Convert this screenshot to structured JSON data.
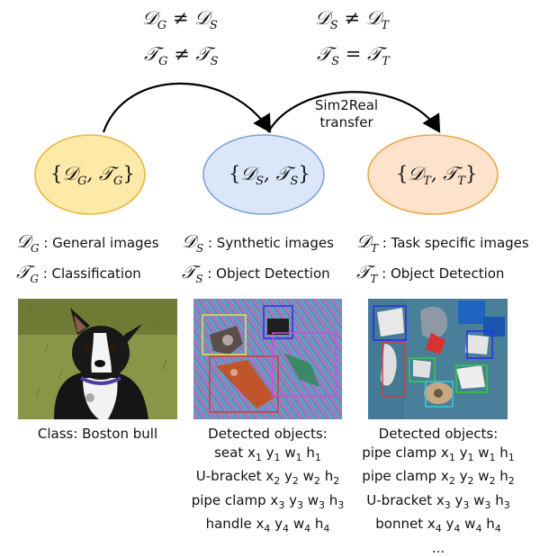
{
  "top_equations": {
    "left": [
      {
        "lhs": "D",
        "lhs_sub": "G",
        "op": "≠",
        "rhs": "D",
        "rhs_sub": "S"
      },
      {
        "lhs": "T",
        "lhs_sub": "G",
        "op": "≠",
        "rhs": "T",
        "rhs_sub": "S"
      }
    ],
    "right": [
      {
        "lhs": "D",
        "lhs_sub": "S",
        "op": "≠",
        "rhs": "D",
        "rhs_sub": "T"
      },
      {
        "lhs": "T",
        "lhs_sub": "S",
        "op": "=",
        "rhs": "T",
        "rhs_sub": "T"
      }
    ]
  },
  "arrow_label": [
    "Sim2Real",
    "transfer"
  ],
  "nodes": [
    {
      "id": "general",
      "text": "{D_G, T_G}",
      "sub1": "G",
      "sub2": "G",
      "fill": "#fde9a8",
      "stroke": "#e8b840"
    },
    {
      "id": "synthetic",
      "text": "{D_S, T_S}",
      "sub1": "S",
      "sub2": "S",
      "fill": "#dbe7f8",
      "stroke": "#7fa3d6"
    },
    {
      "id": "target",
      "text": "{D_T, T_T}",
      "sub1": "T",
      "sub2": "T",
      "fill": "#fde3cc",
      "stroke": "#e8a84a"
    }
  ],
  "legends": [
    {
      "sym": "D",
      "sub": "G",
      "text": ": General images"
    },
    {
      "sym": "T",
      "sub": "G",
      "text": ": Classification"
    },
    {
      "sym": "D",
      "sub": "S",
      "text": ": Synthetic images"
    },
    {
      "sym": "T",
      "sub": "S",
      "text": ": Object Detection"
    },
    {
      "sym": "D",
      "sub": "T",
      "text": ": Task specific images"
    },
    {
      "sym": "T",
      "sub": "T",
      "text": ": Object Detection"
    }
  ],
  "captions": {
    "left": "Class: Boston bull",
    "middle_title": "Detected objects:",
    "middle_lines": [
      {
        "label": "seat",
        "idx": "1"
      },
      {
        "label": "U-bracket",
        "idx": "2"
      },
      {
        "label": "pipe clamp",
        "idx": "3"
      },
      {
        "label": "handle",
        "idx": "4"
      }
    ],
    "right_title": "Detected objects:",
    "right_lines": [
      {
        "label": "pipe clamp",
        "idx": "1"
      },
      {
        "label": "pipe clamp",
        "idx": "2"
      },
      {
        "label": "U-bracket",
        "idx": "3"
      },
      {
        "label": "bonnet",
        "idx": "4"
      }
    ],
    "right_ellipsis": "..."
  },
  "coord_vars": [
    "x",
    "y",
    "w",
    "h"
  ]
}
